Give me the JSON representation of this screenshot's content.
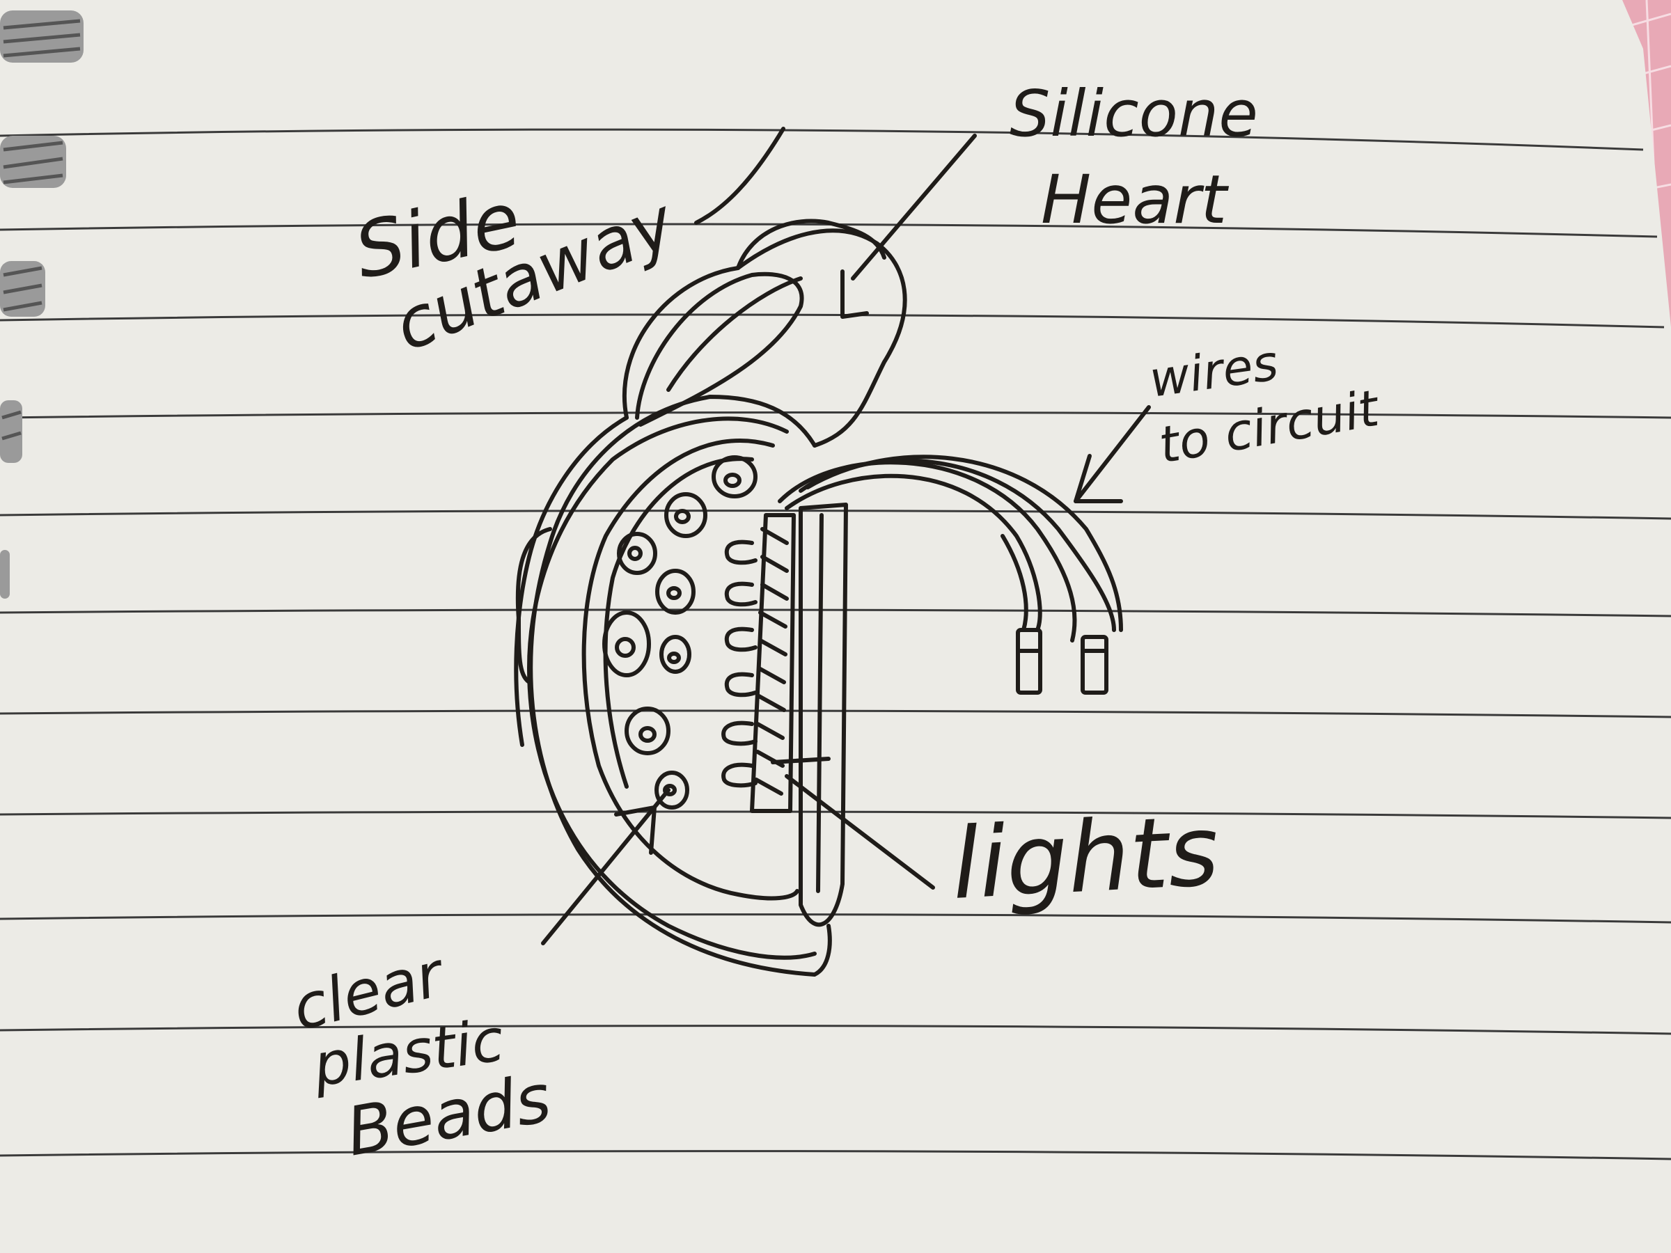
{
  "sketch": {
    "labels": {
      "side_cutaway": [
        "Side",
        "cutaway"
      ],
      "silicone_heart": [
        "Silicone",
        "Heart"
      ],
      "wires_to_circuit": [
        "wires",
        "to circuit"
      ],
      "lights": "lights",
      "clear_plastic_beads": [
        "clear",
        "plastic",
        "Beads"
      ]
    },
    "colors": {
      "paper": "#ecebe6",
      "rule_line": "#3a3a3a",
      "ink": "#1f1c19",
      "background_pink": "#e8a9b6",
      "spiral": "#9a9a9a"
    }
  }
}
